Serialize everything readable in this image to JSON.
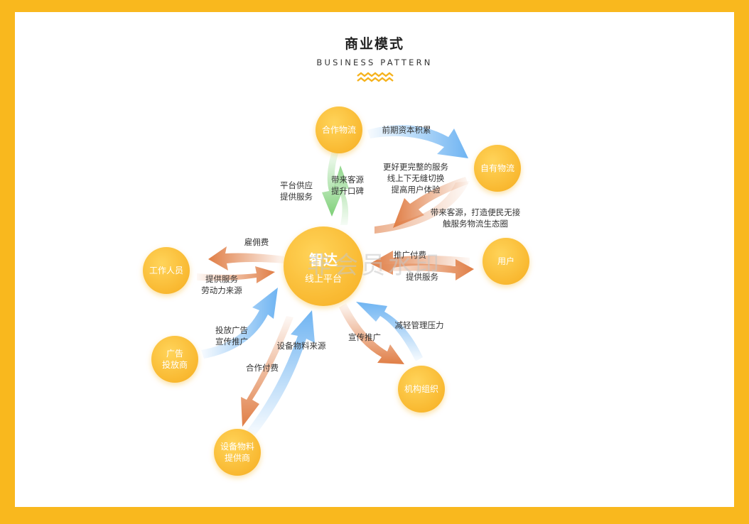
{
  "header": {
    "title": "商业模式",
    "subtitle": "BUSINESS PATTERN"
  },
  "colors": {
    "frame": "#f9b81e",
    "node_light": "#ffd45a",
    "node_dark": "#f8b52b",
    "arrow_blue": "#6fb4f2",
    "arrow_orange": "#e07e46",
    "arrow_green": "#8fd88a",
    "zigzag": "#f5b21c"
  },
  "hub": {
    "main": "智达",
    "sub": "线上平台"
  },
  "watermark": "非会员水印",
  "nodes": [
    {
      "id": "hezuo",
      "lines": [
        "合作物流"
      ]
    },
    {
      "id": "ziyou",
      "lines": [
        "自有物流"
      ]
    },
    {
      "id": "yonghu",
      "lines": [
        "用户"
      ]
    },
    {
      "id": "jigou",
      "lines": [
        "机构组织"
      ]
    },
    {
      "id": "shebei",
      "lines": [
        "设备物料",
        "提供商"
      ]
    },
    {
      "id": "guanggao",
      "lines": [
        "广告",
        "投放商"
      ]
    },
    {
      "id": "gongzuo",
      "lines": [
        "工作人员"
      ]
    }
  ],
  "edge_labels": [
    {
      "id": "qianqi",
      "lines": [
        "前期资本积累"
      ]
    },
    {
      "id": "genghao",
      "lines": [
        "更好更完整的服务",
        "线上下无缝切换",
        "提高用户体验"
      ]
    },
    {
      "id": "dailai2",
      "lines": [
        "带来客源，打造便民无接",
        "触服务物流生态圈"
      ]
    },
    {
      "id": "pingtai",
      "lines": [
        "平台供应",
        "提供服务"
      ]
    },
    {
      "id": "dailai1",
      "lines": [
        "带来客源",
        "提升口碑"
      ]
    },
    {
      "id": "guyong",
      "lines": [
        "雇佣费"
      ]
    },
    {
      "id": "laowu",
      "lines": [
        "提供服务",
        "劳动力来源"
      ]
    },
    {
      "id": "tuiguang",
      "lines": [
        "推广付费"
      ]
    },
    {
      "id": "tigong",
      "lines": [
        "提供服务"
      ]
    },
    {
      "id": "toufang",
      "lines": [
        "投放广告",
        "宣传推广"
      ]
    },
    {
      "id": "shebeily",
      "lines": [
        "设备物料来源"
      ]
    },
    {
      "id": "hezuofu",
      "lines": [
        "合作付费"
      ]
    },
    {
      "id": "xuanchuan",
      "lines": [
        "宣传推广"
      ]
    },
    {
      "id": "jianqing",
      "lines": [
        "减轻管理压力"
      ]
    }
  ]
}
